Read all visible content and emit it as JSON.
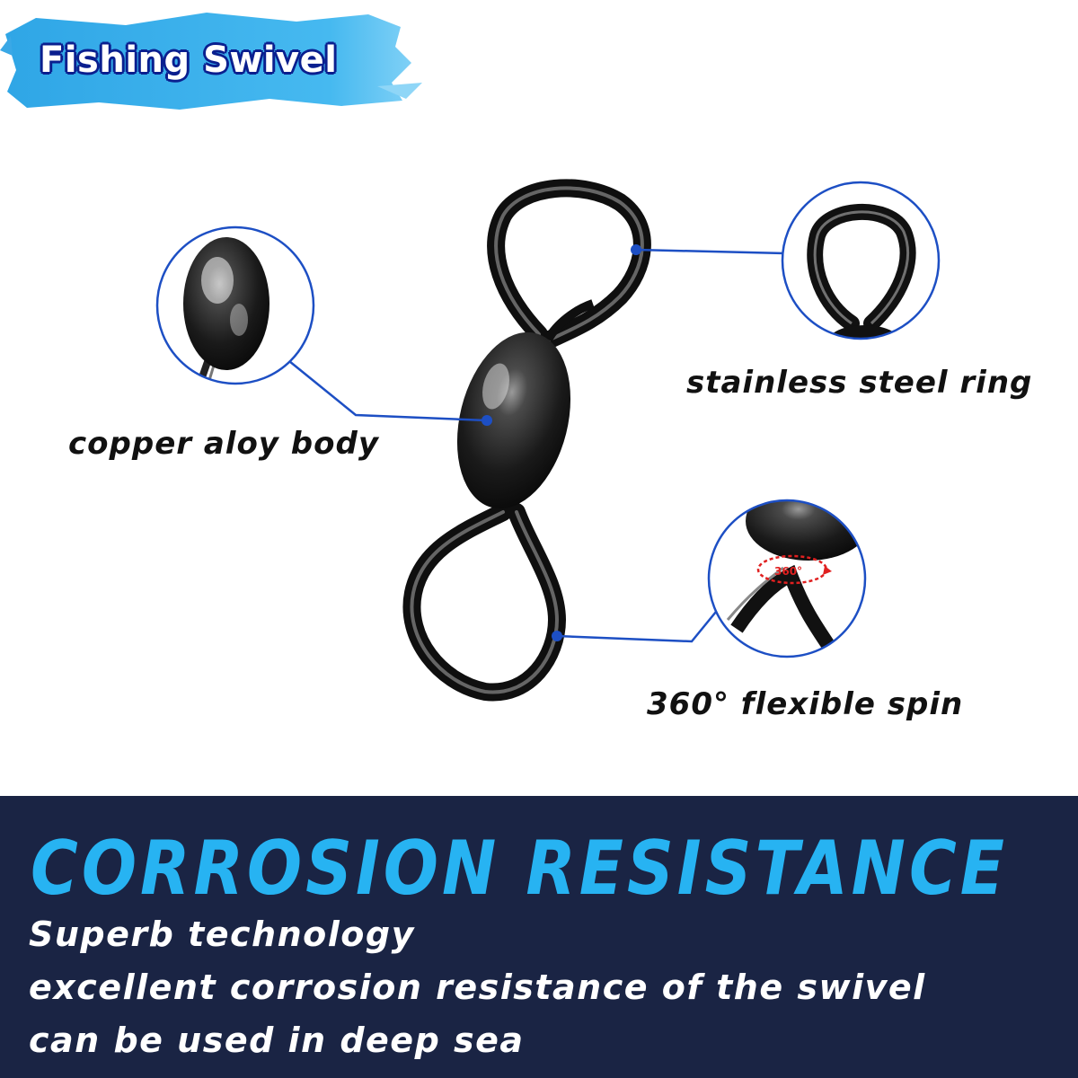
{
  "header": {
    "title": "Fishing Swivel"
  },
  "features": {
    "body_label": "copper aloy body",
    "ring_label": "stainless steel ring",
    "spin_label": "360° flexible spin",
    "spin_badge": "360°"
  },
  "banner": {
    "heading": "CORROSION RESISTANCE",
    "lines": [
      "Superb technology",
      "excellent corrosion resistance of the swivel",
      "can be used in deep sea"
    ]
  },
  "colors": {
    "title_brush": "#2fa6e6",
    "callout_line": "#1d4fc4",
    "banner_bg": "#1a2444",
    "heading": "#27b3f2",
    "rotation_arrow": "#e02020"
  },
  "icons": [
    "rotation-arrow-icon"
  ]
}
